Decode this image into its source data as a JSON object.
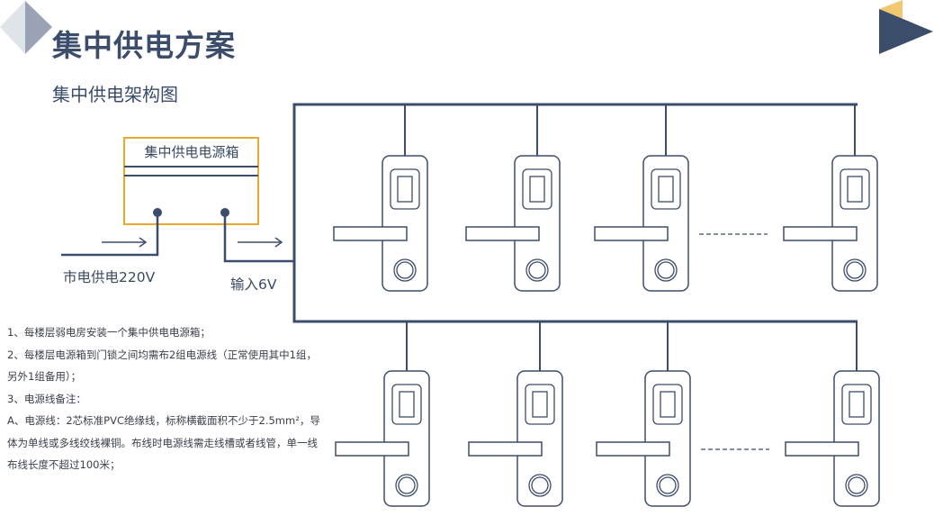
{
  "header": {
    "title": "集中供电方案",
    "subtitle": "集中供电架构图"
  },
  "colors": {
    "primary": "#3b4d6a",
    "accent_yellow": "#f0c870",
    "box_border": "#eaa92a",
    "deco_light": "#dfe3ea",
    "deco_mid": "#9aa3b5"
  },
  "diagram": {
    "power_box": {
      "label": "集中供电电源箱"
    },
    "input_label": "市电供电220V",
    "output_label": "输入6V",
    "top_row_locks": 4,
    "bottom_row_locks": 4,
    "ellipsis": "- - - - - - - - -",
    "lock_icon": "door-lock-icon"
  },
  "notes": [
    "1、每楼层弱电房安装一个集中供电电源箱；",
    "2、每楼层电源箱到门锁之间均需布2组电源线（正常使用其中1组，",
    "另外1组备用）；",
    "3、电源线备注：",
    "A、电源线：2芯标准PVC绝缘线，标称横截面积不少于2.5mm²，导",
    "体为单线或多线绞线裸铜。布线时电源线需走线槽或者线管，单一线",
    "布线长度不超过100米；"
  ]
}
